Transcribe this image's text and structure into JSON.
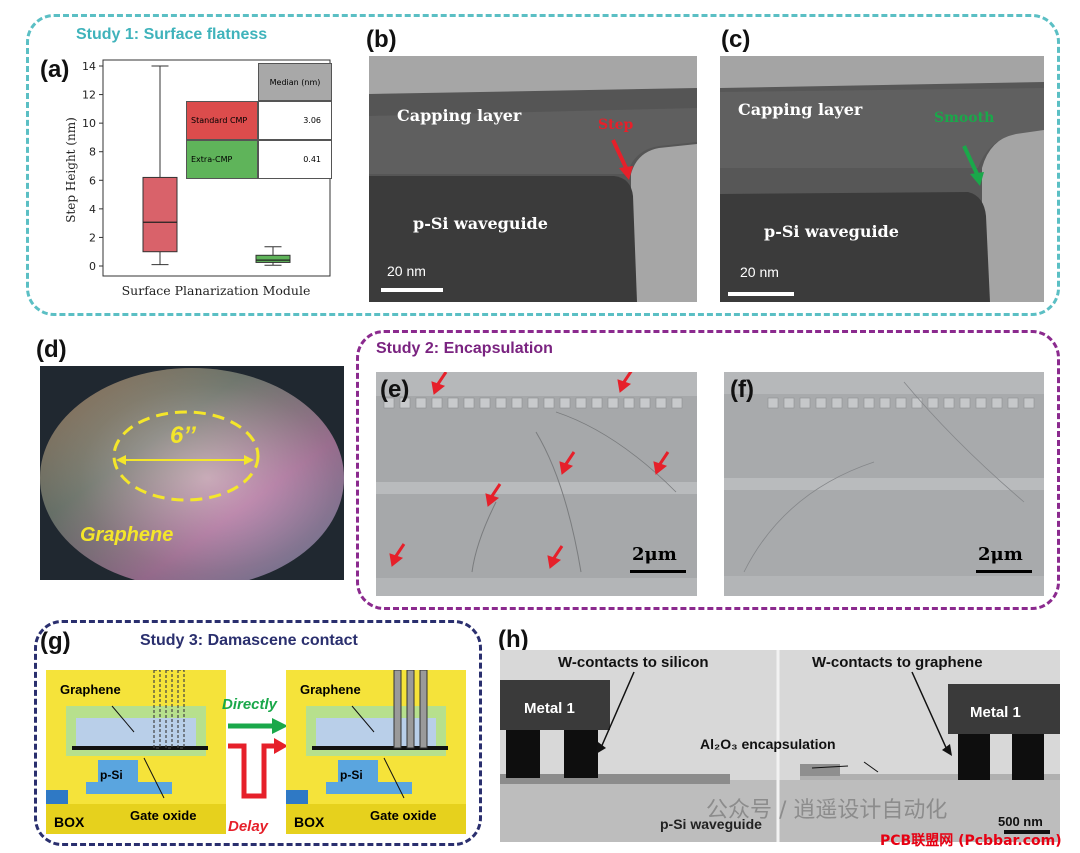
{
  "panels": {
    "a": "(a)",
    "b": "(b)",
    "c": "(c)",
    "d": "(d)",
    "e": "(e)",
    "f": "(f)",
    "g": "(g)",
    "h": "(h)"
  },
  "study1": {
    "title": "Study 1: Surface flatness",
    "color": "#5bbfc4",
    "tem_b": {
      "capping": "Capping layer",
      "waveguide": "p-Si waveguide",
      "note": "Step",
      "scale": "20 nm"
    },
    "tem_c": {
      "capping": "Capping layer",
      "waveguide": "p-Si waveguide",
      "note": "Smooth",
      "scale": "20 nm"
    }
  },
  "chart_data": {
    "type": "box",
    "ylabel": "Step Height (nm)",
    "xlabel": "Surface Planarization Module",
    "ylim": [
      0,
      14
    ],
    "yticks": [
      "0",
      "2",
      "4",
      "6",
      "8",
      "10",
      "12",
      "14"
    ],
    "series": [
      {
        "name": "Standard CMP",
        "color": "#d9626a",
        "min": 0.1,
        "q1": 1.0,
        "median": 3.06,
        "q3": 6.2,
        "max": 14.0
      },
      {
        "name": "Extra-CMP",
        "color": "#5fb45a",
        "min": 0.05,
        "q1": 0.25,
        "median": 0.41,
        "q3": 0.75,
        "max": 1.35
      }
    ],
    "table": {
      "header": "Median (nm)",
      "rows": [
        {
          "label": "Standard CMP",
          "value": "3.06"
        },
        {
          "label": "Extra-CMP",
          "value": "0.41"
        }
      ]
    }
  },
  "study2": {
    "title": "Study 2: Encapsulation",
    "color": "#8b2a8e",
    "wafer": {
      "size": "6’’",
      "label": "Graphene"
    },
    "scale_e": "2μm",
    "scale_f": "2μm"
  },
  "study3": {
    "title": "Study 3: Damascene contact",
    "color": "#2a2f6e",
    "left": {
      "graphene": "Graphene",
      "psi": "p-Si",
      "gate_oxide": "Gate oxide",
      "box": "BOX"
    },
    "right": {
      "graphene": "Graphene",
      "psi": "p-Si",
      "gate_oxide": "Gate oxide",
      "box": "BOX"
    },
    "directly": "Directly",
    "delay": "Delay"
  },
  "panel_h": {
    "left_title": "W-contacts to silicon",
    "right_title": "W-contacts to graphene",
    "metal_left": "Metal 1",
    "metal_right": "Metal 1",
    "encapsulation": "Al₂O₃ encapsulation",
    "waveguide": "p-Si waveguide",
    "scale": "500 nm"
  },
  "watermarks": {
    "wechat": "公众号 / 逍遥设计自动化",
    "site": "PCB联盟网 (Pcbbar.com)"
  }
}
